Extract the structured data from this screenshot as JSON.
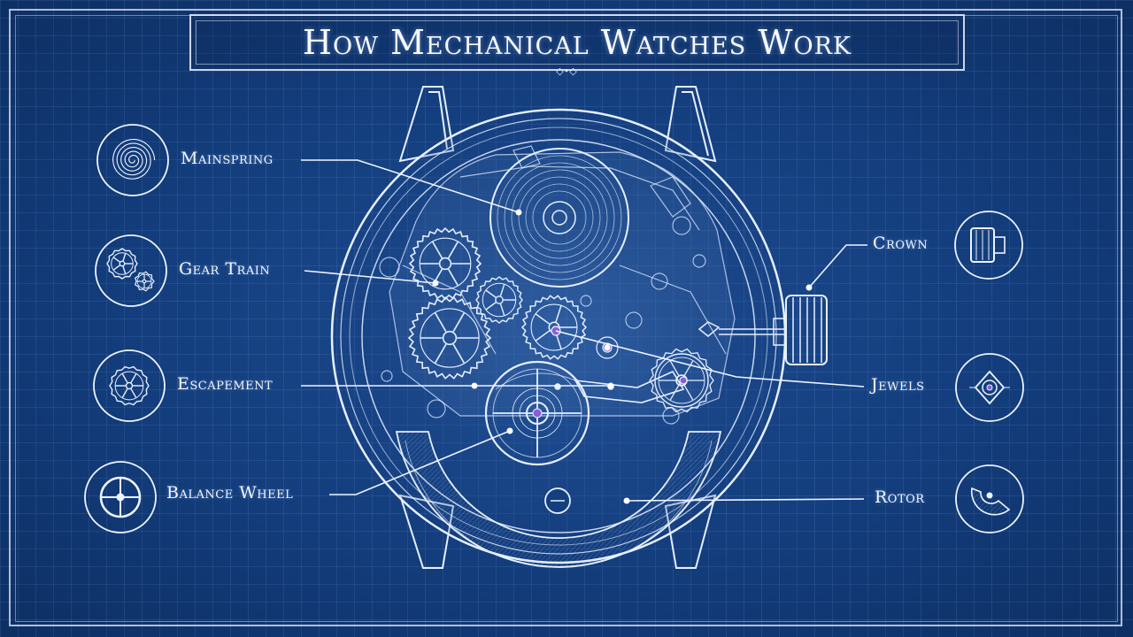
{
  "title": "How Mechanical Watches Work",
  "labels": {
    "mainspring": "Mainspring",
    "gear_train": "Gear Train",
    "escapement": "Escapement",
    "balance_wheel": "Balance Wheel",
    "crown": "Crown",
    "jewels": "Jewels",
    "rotor": "Rotor"
  },
  "colors": {
    "background": "#133d7c",
    "line": "#e6efff",
    "jewel": "#8a5fd1"
  },
  "icons": [
    "mainspring-icon",
    "gear-train-icon",
    "escapement-icon",
    "balance-wheel-icon",
    "crown-icon",
    "jewel-icon",
    "rotor-icon"
  ]
}
